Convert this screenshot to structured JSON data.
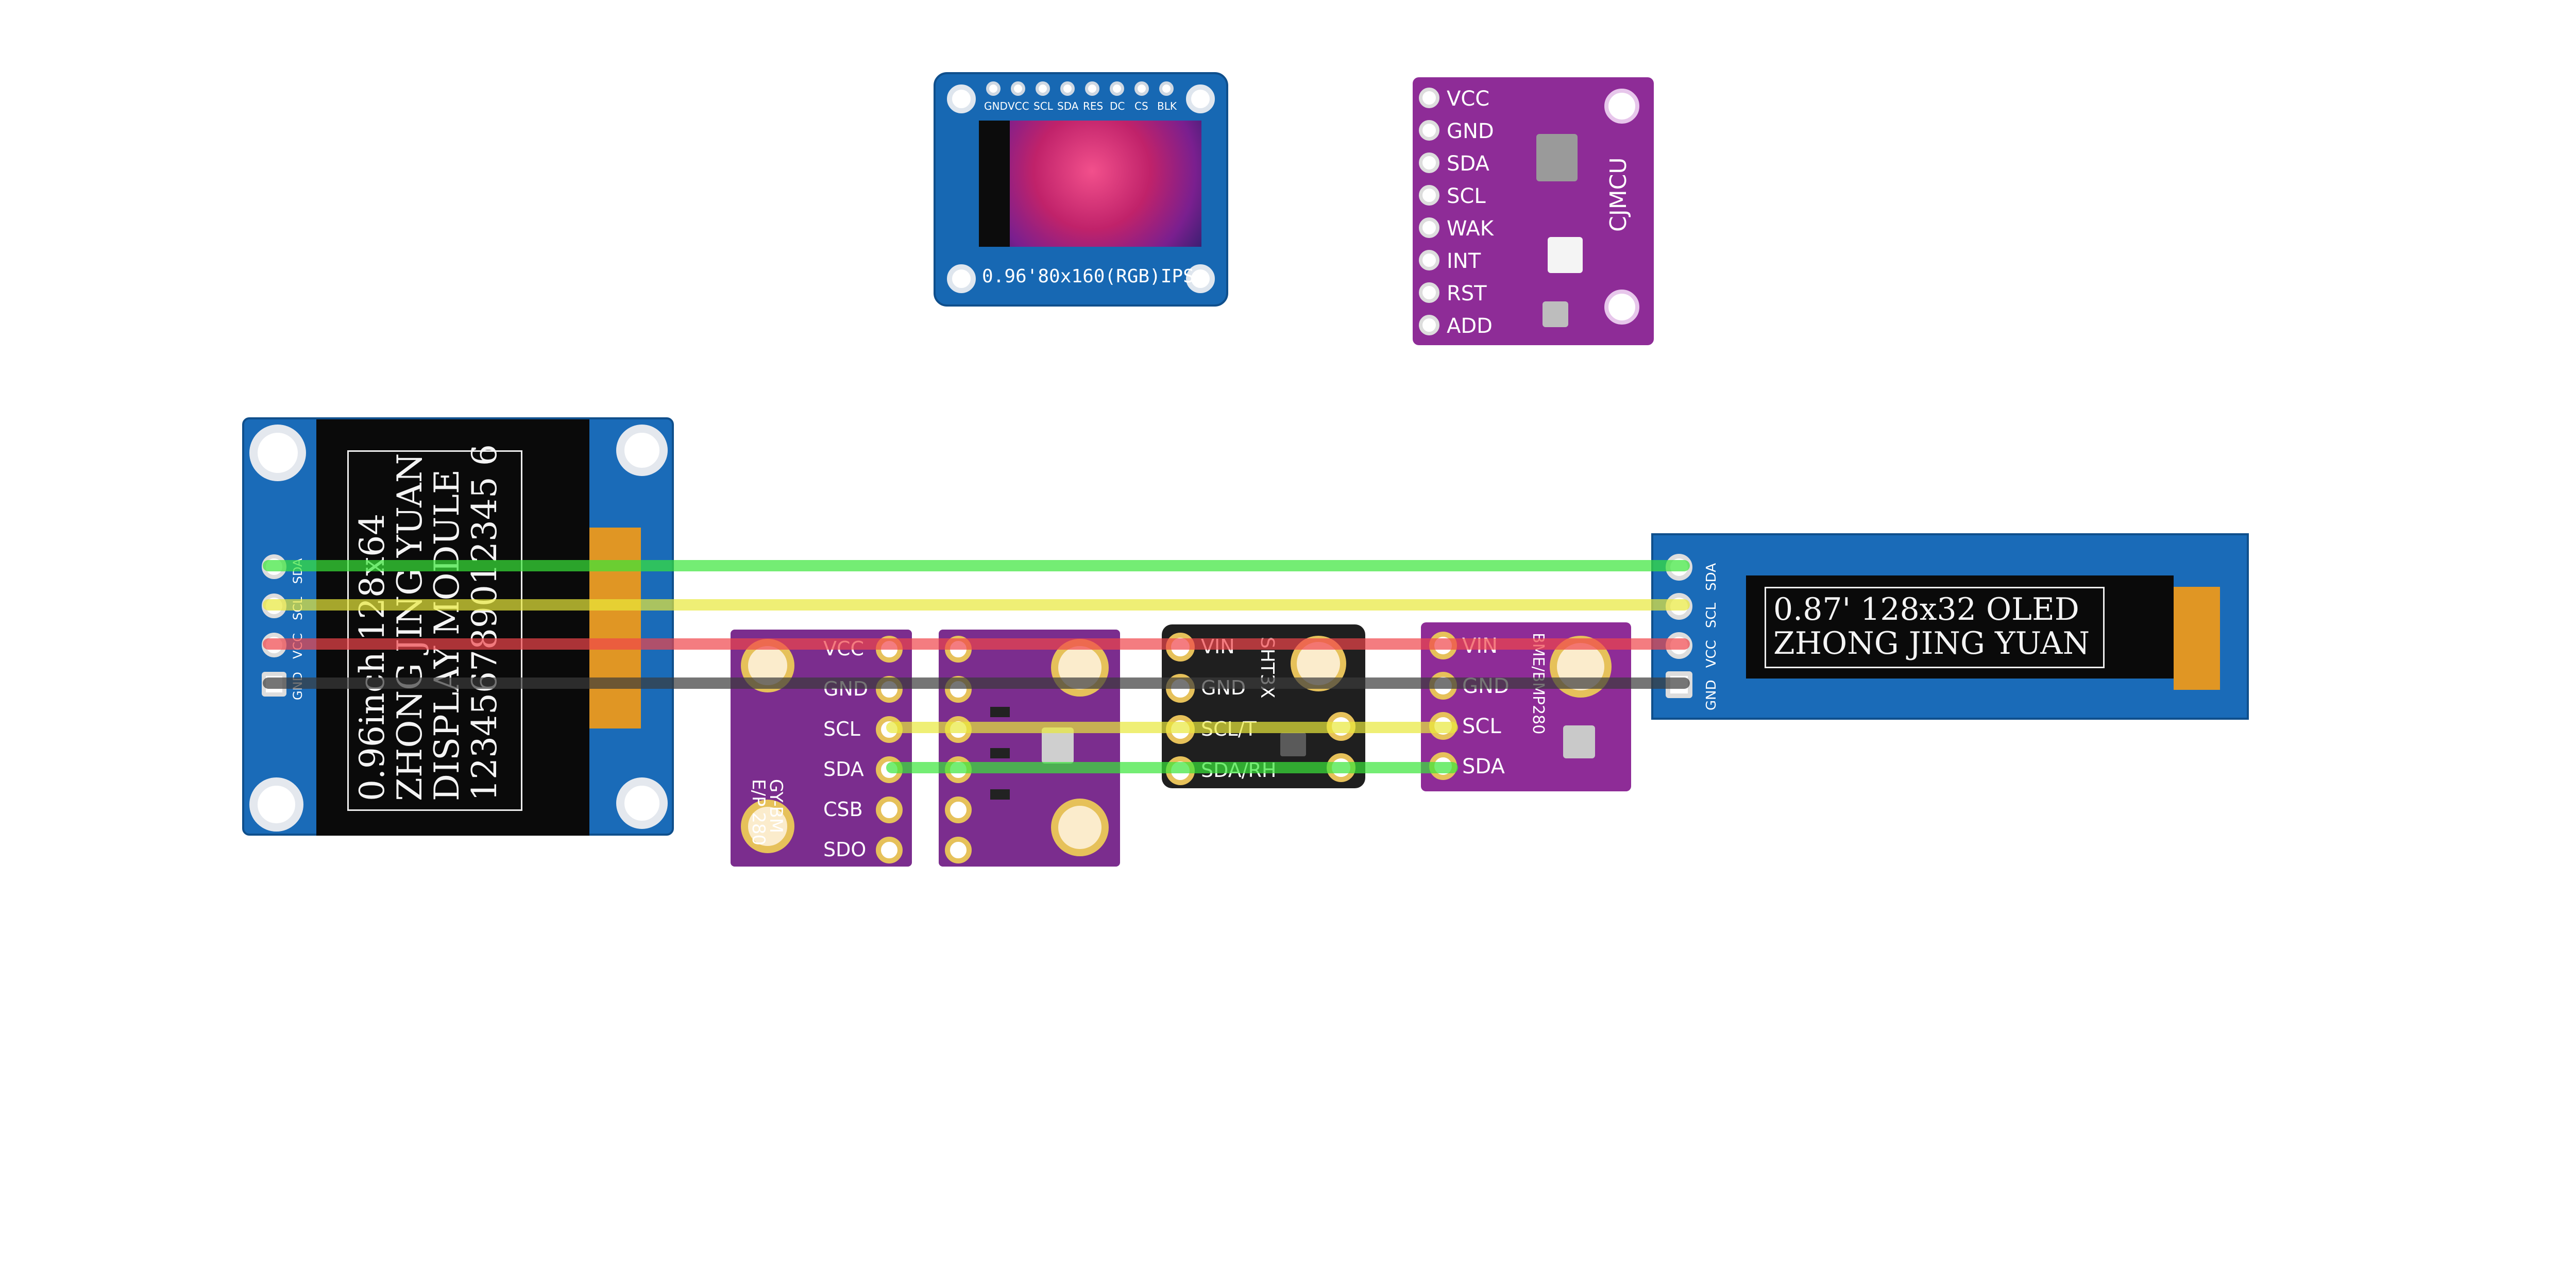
{
  "wire_colors": {
    "sda": "#39e639",
    "scl": "#e8e83a",
    "vcc": "#f0444a",
    "gnd": "#3a3a3a"
  },
  "board_colors": {
    "blue_pcb": "#1768b3",
    "purple_pcb": "#7b2d8e",
    "magenta_pcb": "#8e2c97",
    "black_pcb": "#1f1f1f",
    "gold_pad": "#e6c15a"
  },
  "tft": {
    "pins": [
      "GND",
      "VCC",
      "SCL",
      "SDA",
      "RES",
      "DC",
      "CS",
      "BLK"
    ],
    "label": "0.96'80x160(RGB)IPS"
  },
  "ccs": {
    "pins": [
      "VCC",
      "GND",
      "SDA",
      "SCL",
      "WAK",
      "INT",
      "RST",
      "ADD"
    ],
    "brand": "CJMCU"
  },
  "oled096": {
    "pins": [
      "SDA",
      "SCL",
      "VCC",
      "GND"
    ],
    "lines": [
      "0.96inch 128x64",
      "ZHONG JING YUAN",
      "DISPLAY MODULE",
      "123456789012345 6"
    ]
  },
  "gybme": {
    "pins": [
      "VCC",
      "GND",
      "SCL",
      "SDA",
      "CSB",
      "SDO"
    ],
    "label": "GY-BM E/P 280"
  },
  "sht3x": {
    "pins": [
      "VIN",
      "GND",
      "SCL/T",
      "SDA/RH"
    ],
    "label": "SHT3X"
  },
  "bme280": {
    "pins": [
      "VIN",
      "GND",
      "SCL",
      "SDA"
    ],
    "label": "BME/BMP280"
  },
  "oled087": {
    "pins": [
      "SDA",
      "SCL",
      "VCC",
      "GND"
    ],
    "lines": [
      "0.87' 128x32 OLED",
      "ZHONG JING YUAN"
    ]
  }
}
